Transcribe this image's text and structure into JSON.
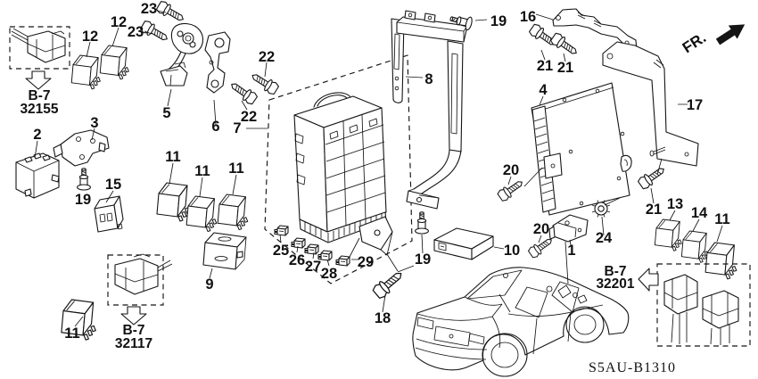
{
  "diagram": {
    "code": "S5AU-B1310",
    "direction": "FR.",
    "parts": {
      "1": "1",
      "2": "2",
      "3": "3",
      "4": "4",
      "5": "5",
      "6": "6",
      "7": "7",
      "8": "8",
      "9": "9",
      "10": "10",
      "11": "11",
      "12": "12",
      "13": "13",
      "14": "14",
      "15": "15",
      "16": "16",
      "17": "17",
      "18": "18",
      "19": "19",
      "20": "20",
      "21": "21",
      "22": "22",
      "23": "23",
      "24": "24",
      "25": "25",
      "26": "26",
      "27": "27",
      "28": "28",
      "29": "29"
    },
    "refs": {
      "r32155": {
        "line1": "B-7",
        "line2": "32155"
      },
      "r32117": {
        "line1": "B-7",
        "line2": "32117"
      },
      "r32201": {
        "line1": "B-7",
        "line2": "32201"
      }
    }
  },
  "colors": {
    "ink": "#141414",
    "background": "#ffffff"
  }
}
